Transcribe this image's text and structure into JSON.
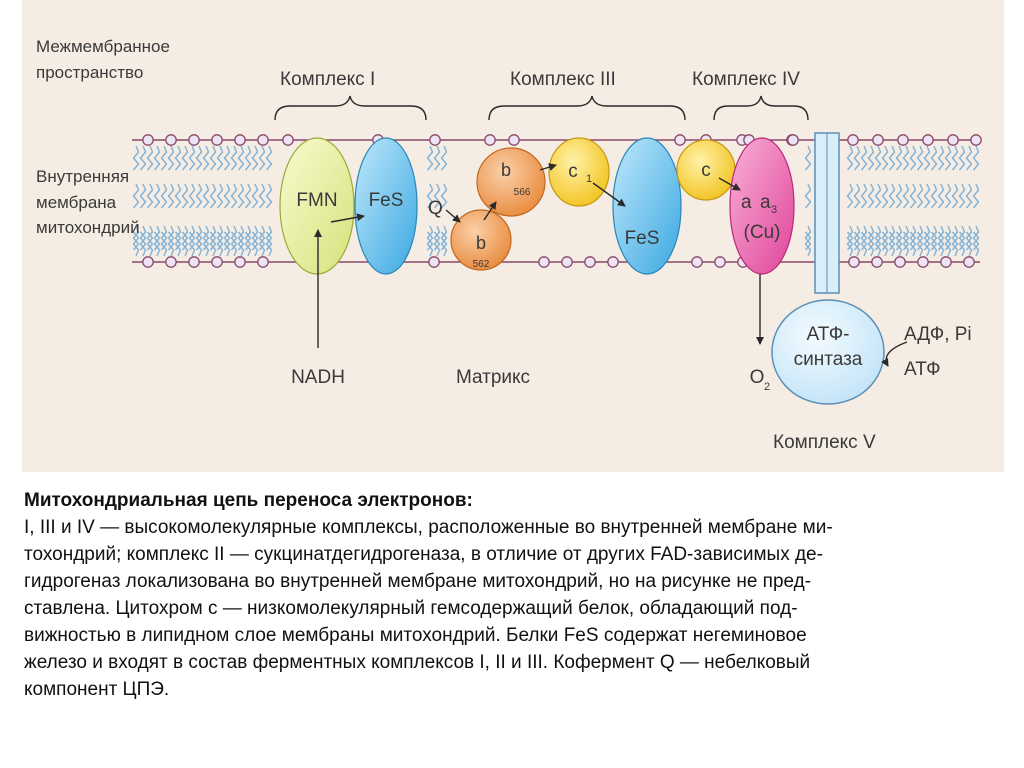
{
  "labels": {
    "intermembrane_1": "Межмембранное",
    "intermembrane_2": "пространство",
    "inner_1": "Внутренняя",
    "inner_2": "мембрана",
    "inner_3": "митохондрий",
    "complex1": "Комплекс I",
    "complex3": "Комплекс III",
    "complex4": "Комплекс IV",
    "complex5": "Комплекс V",
    "matrix": "Матрикс"
  },
  "molecules": {
    "fmn": "FMN",
    "fes1": "FeS",
    "q": "Q",
    "b": "b",
    "b566": "566",
    "b562": "562",
    "c1": "c",
    "c1_sub": "1",
    "fes3": "FeS",
    "c": "c",
    "aa3_a": "a",
    "aa3_a3": "a",
    "aa3_sub": "3",
    "cu": "(Cu)",
    "nadh": "NADH",
    "o2": "O",
    "o2_sub": "2",
    "atp_synthase_1": "АТФ-",
    "atp_synthase_2": "синтаза",
    "adp_pi": "АДФ, Pi",
    "atp": "АТФ"
  },
  "caption": {
    "title": "Митохондриальная цепь переноса электронов:",
    "lines": [
      "I, III и IV — высокомолекулярные комплексы, расположенные во внутренней мембране ми-",
      "тохондрий; комплекс II — сукцинатдегидрогеназа, в отличие от других FAD-зависимых де-",
      "гидрогеназ локализована во внутренней мембране митохондрий, но на рисунке не пред-",
      "ставлена. Цитохром с — низкомолекулярный гемсодержащий белок, обладающий под-",
      "вижностью в липидном слое мембраны митохондрий. Белки FeS содержат негеминовое",
      "железо и входят в состав ферментных комплексов I, II и III. Кофермент Q — небелковый",
      "компонент ЦПЭ."
    ]
  },
  "colors": {
    "background": "#f5ece3",
    "membrane_line": "#8a4a6a",
    "lipid_head": "#ece4f4",
    "lipid_tail": "#7fb2d8",
    "fmn": "#eaf1a8",
    "fes": "#6fc4ee",
    "cytochrome_b": "#f0a060",
    "cytochrome_c": "#f7d040",
    "aa3": "#ee6ab0",
    "atp_synthase": "#d8eefb"
  }
}
